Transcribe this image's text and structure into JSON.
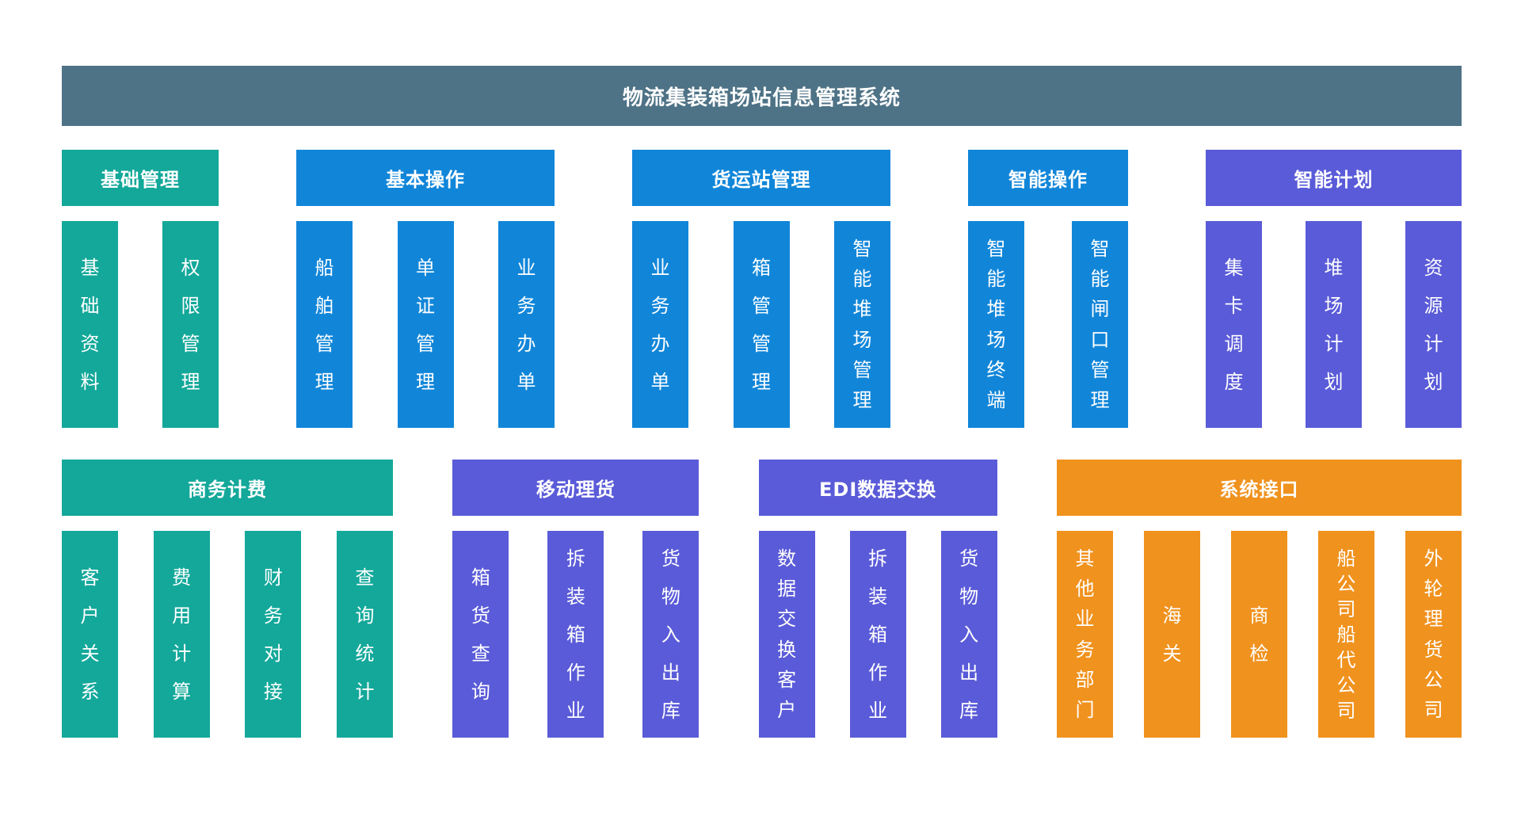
{
  "banner": {
    "title": "物流集装箱场站信息管理系统"
  },
  "colors": {
    "banner": "#4e7286",
    "teal": "#13a89a",
    "blue": "#1186d9",
    "purple": "#5a5bd8",
    "orange": "#f0921e"
  },
  "rows": [
    {
      "groups": [
        {
          "name": "基础管理",
          "color": "teal",
          "items": [
            "基础资料",
            "权限管理"
          ]
        },
        {
          "name": "基本操作",
          "color": "blue",
          "items": [
            "船舶管理",
            "单证管理",
            "业务办单"
          ]
        },
        {
          "name": "货运站管理",
          "color": "blue",
          "items": [
            "业务办单",
            "箱管管理",
            "智能堆场管理"
          ]
        },
        {
          "name": "智能操作",
          "color": "blue",
          "items": [
            "智能堆场终端",
            "智能闸口管理"
          ]
        },
        {
          "name": "智能计划",
          "color": "purple",
          "items": [
            "集卡调度",
            "堆场计划",
            "资源计划"
          ]
        }
      ]
    },
    {
      "groups": [
        {
          "name": "商务计费",
          "color": "teal",
          "items": [
            "客户关系",
            "费用计算",
            "财务对接",
            "查询统计"
          ]
        },
        {
          "name": "移动理货",
          "color": "purple",
          "items": [
            "箱货查询",
            "拆装箱作业",
            "货物入出库"
          ]
        },
        {
          "name": "EDI数据交换",
          "color": "purple",
          "items": [
            "数据交换客户",
            "拆装箱作业",
            "货物入出库"
          ]
        },
        {
          "name": "系统接口",
          "color": "orange",
          "items": [
            "其他业务部门",
            "海关",
            "商检",
            "船公司船代公司",
            "外轮理货公司"
          ]
        }
      ]
    }
  ]
}
